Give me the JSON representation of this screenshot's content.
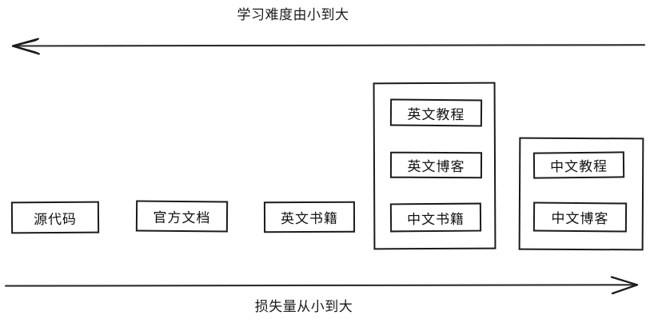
{
  "diagram": {
    "title_top": "学习难度由小到大",
    "title_bottom": "损失量从小到大",
    "top_axis": {
      "label": "学习难度由小到大",
      "direction": "left",
      "arrow_icon": "arrow-left-icon"
    },
    "bottom_axis": {
      "label": "损失量从小到大",
      "direction": "right",
      "arrow_icon": "arrow-right-icon"
    },
    "nodes": [
      {
        "label": "源代码"
      },
      {
        "label": "官方文档"
      },
      {
        "label": "英文书籍"
      }
    ],
    "groups": [
      {
        "name": "group-english-chinese-books",
        "items": [
          {
            "label": "英文教程"
          },
          {
            "label": "英文博客"
          },
          {
            "label": "中文书籍"
          }
        ]
      },
      {
        "name": "group-chinese",
        "items": [
          {
            "label": "中文教程"
          },
          {
            "label": "中文博客"
          }
        ]
      }
    ],
    "colors": {
      "stroke": "#1b1b1b",
      "background": "#ffffff",
      "text": "#111111"
    }
  }
}
